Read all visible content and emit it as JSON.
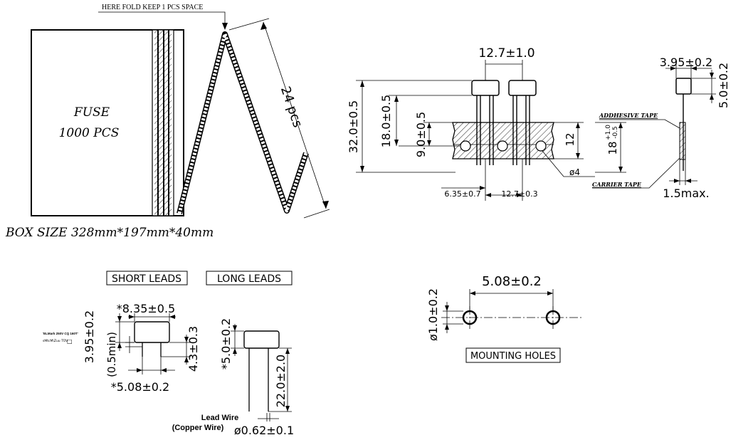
{
  "packaging": {
    "fold_note": "HERE FOLD KEEP 1 PCS SPACE",
    "box_line1": "FUSE",
    "box_line2": "1000  PCS",
    "fold_count": "24 pcs",
    "box_size": "BOX SIZE 328mm*197mm*40mm"
  },
  "tape": {
    "pitch_top": "12.7±1.0",
    "overall_height": "32.0±0.5",
    "body_height": "18.0±0.5",
    "hole_height": "9.0±0.5",
    "tape_width": "12",
    "lead_length": "18",
    "lead_tol_upper": "+1.0",
    "lead_tol_lower": "-0.5",
    "hole_dia": "ø4",
    "first_offset": "6.35±0.7",
    "hole_pitch": "12.7±0.3",
    "side_width": "3.95±0.2",
    "side_height": "5.0±0.2",
    "adhesive_label": "ADDHESIVE TAPE",
    "carrier_label": "CARRIER TAPE",
    "max_thickness": "1.5max."
  },
  "leads": {
    "short_label": "SHORT LEADS",
    "long_label": "LONG LEADS",
    "body_width": "*8.35±0.5",
    "body_height": "3.95±0.2",
    "min_gap": "(0.5min)",
    "short_lead_length": "4.3±0.3",
    "lead_spacing": "*5.08±0.2",
    "long_body_height": "*5.0±0.2",
    "long_lead_length": "22.0±2.0",
    "wire_label_1": "Lead Wire",
    "wire_label_2": "(Copper Wire)",
    "wire_dia": "ø0.62±0.1",
    "marking_1": "'ELMark 250V CQ 160T'",
    "marking_2": "sMtcM\\Zuu TÜV",
    "marking_box": "□"
  },
  "mounting": {
    "hole_spacing": "5.08±0.2",
    "hole_dia": "ø1.0±0.2",
    "label": "MOUNTING HOLES"
  }
}
